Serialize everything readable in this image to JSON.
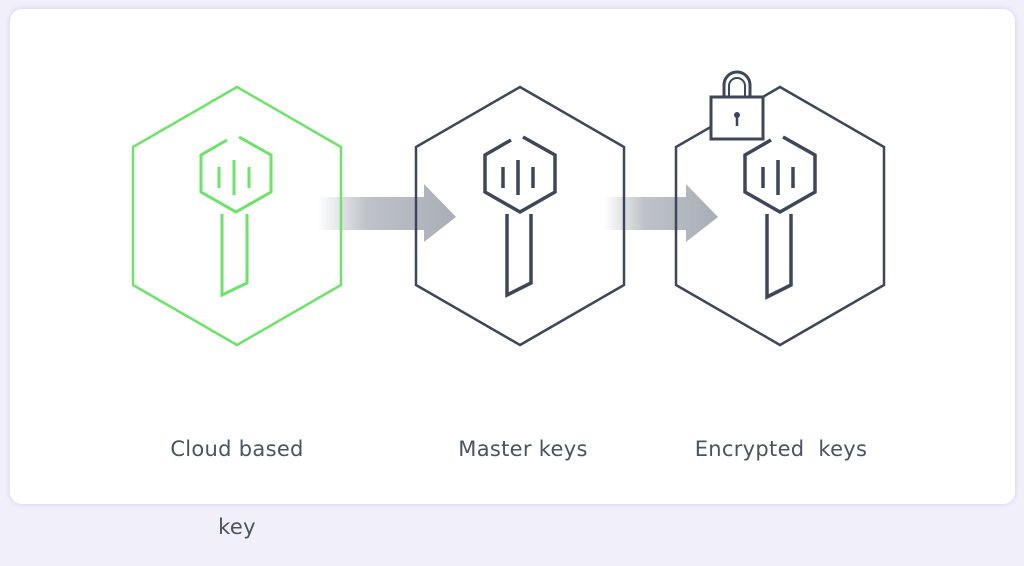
{
  "diagram": {
    "colors": {
      "accent": "#6ee36a",
      "stroke": "#3e4759",
      "arrow": "#a9aeb6",
      "text": "#4a5363"
    },
    "nodes": [
      {
        "id": "cloud-key",
        "label_line1": "Cloud based",
        "label_line2": "key",
        "icon": "key-icon"
      },
      {
        "id": "master-keys",
        "label_line1": "Master keys",
        "icon": "key-icon"
      },
      {
        "id": "encrypted-keys",
        "label_line1": "Encrypted  keys",
        "icon": "key-icon",
        "badge_icon": "padlock-icon"
      }
    ],
    "edges": [
      {
        "from": "cloud-key",
        "to": "master-keys"
      },
      {
        "from": "master-keys",
        "to": "encrypted-keys"
      }
    ]
  }
}
